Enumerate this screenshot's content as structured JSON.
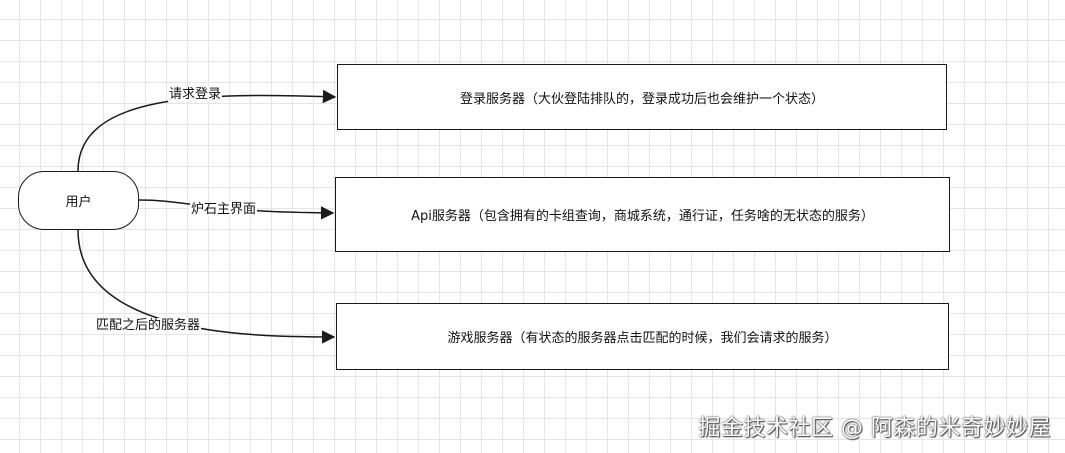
{
  "nodes": {
    "user": "用户",
    "login_server": "登录服务器（大伙登陆排队的，登录成功后也会维护一个状态）",
    "api_server": "Api服务器（包含拥有的卡组查询，商城系统，通行证，任务啥的无状态的服务）",
    "game_server": "游戏服务器（有状态的服务器点击匹配的时候，我们会请求的服务）"
  },
  "edges": {
    "login": "请求登录",
    "lobby": "炉石主界面",
    "match": "匹配之后的服务器"
  },
  "watermark": "掘金技术社区 @ 阿森的米奇妙妙屋",
  "colors": {
    "stroke": "#1a1a1a",
    "grid": "#e6e6e6",
    "background": "#ffffff"
  }
}
